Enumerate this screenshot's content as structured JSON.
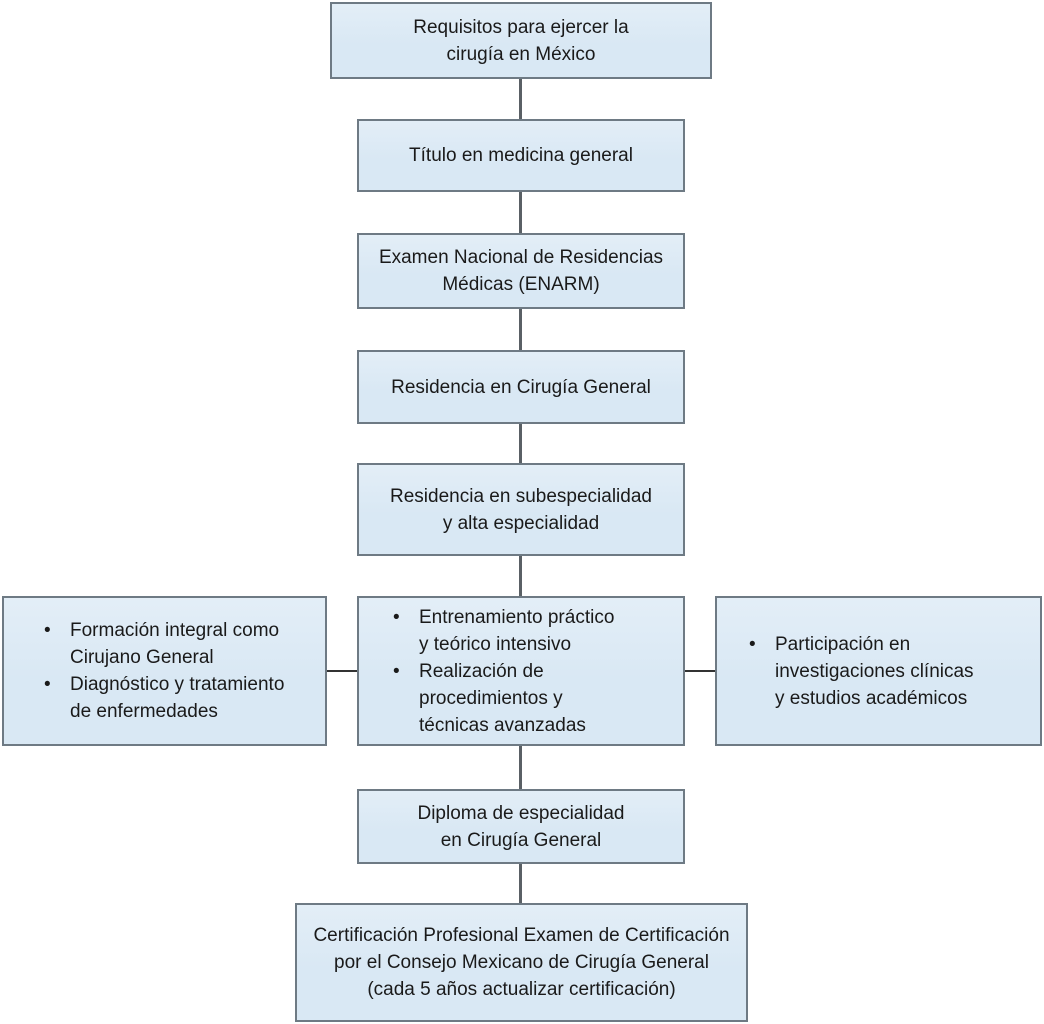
{
  "diagram": {
    "title": "Requisitos para ejercer la cirugía en México",
    "type": "flowchart",
    "colors": {
      "box_fill": "#d9e8f4",
      "box_border": "#6e7a84",
      "connector_vertical": "#5a6065",
      "connector_horizontal": "#333333",
      "text": "#1a1a1a",
      "background": "#ffffff"
    },
    "nodes": {
      "requisitos": "Requisitos para ejercer la\ncirugía en México",
      "titulo": "Título en medicina general",
      "enarm": "Examen Nacional de Residencias\nMédicas (ENARM)",
      "residencia_cirugia": "Residencia en Cirugía General",
      "residencia_sub": "Residencia en subespecialidad\ny alta especialidad",
      "diploma": "Diploma de especialidad\nen Cirugía General",
      "certificacion": "Certificación Profesional Examen de Certificación\npor el Consejo Mexicano de Cirugía General\n(cada 5 años actualizar certificación)"
    },
    "side_nodes": {
      "left": {
        "bullets": [
          "Formación integral como\nCirujano General",
          "Diagnóstico y tratamiento\nde enfermedades"
        ]
      },
      "center": {
        "bullets": [
          "Entrenamiento práctico\ny teórico intensivo",
          "Realización de\nprocedimientos y\ntécnicas avanzadas"
        ]
      },
      "right": {
        "bullets": [
          "Participación en\ninvestigaciones clínicas\ny estudios académicos"
        ]
      }
    }
  }
}
